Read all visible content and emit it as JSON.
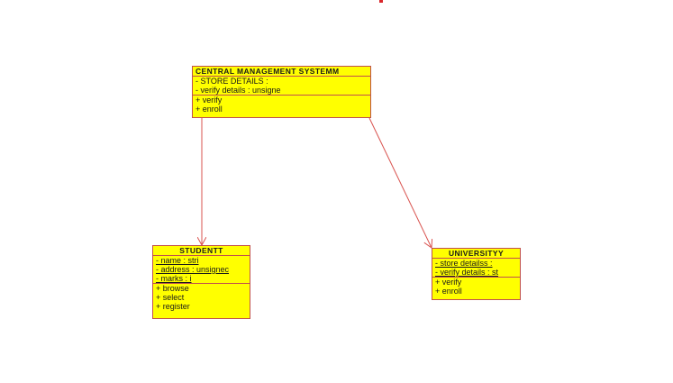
{
  "diagram": {
    "classes": {
      "cms": {
        "name": "CENTRAL MANAGEMENT SYSTEMM",
        "attributes": [
          "- STORE DETAILS :",
          "- verify details : unsigne"
        ],
        "operations": [
          "+ verify",
          "+ enroll"
        ]
      },
      "student": {
        "name": "STUDENTT",
        "attributes": [
          "- name : stri",
          "- address : unsignec",
          "- marks : i"
        ],
        "operations": [
          "+ browse",
          "+ select",
          "+ register"
        ]
      },
      "university": {
        "name": "UNIVERSITYY",
        "attributes": [
          "- store detailss :",
          "- verify details : st"
        ],
        "operations": [
          "+ verify",
          "+ enroll"
        ]
      }
    },
    "colors": {
      "class_fill": "#ffff00",
      "class_border": "#c0504d",
      "connector": "#d9534f",
      "accent_mark": "#d9262b"
    }
  }
}
